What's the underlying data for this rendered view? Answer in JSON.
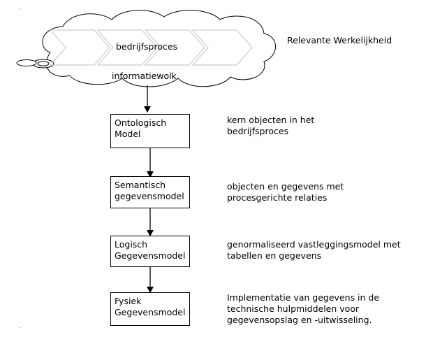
{
  "cloud": {
    "process_label": "bedrijfsproces",
    "cloud_label": "informatiewolk"
  },
  "reality_label": "Relevante Werkelijkheid",
  "steps": [
    {
      "title_line1": "Ontologisch",
      "title_line2": "Model",
      "desc_line1": "kern objecten in het",
      "desc_line2": "bedrijfsproces"
    },
    {
      "title_line1": "Semantisch",
      "title_line2": "gegevensmodel",
      "desc_line1": "objecten en gegevens met",
      "desc_line2": "procesgerichte relaties"
    },
    {
      "title_line1": "Logisch",
      "title_line2": "Gegevensmodel",
      "desc_line1": "genormaliseerd vastleggingsmodel met",
      "desc_line2": "tabellen en gegevens"
    },
    {
      "title_line1": "Fysiek",
      "title_line2": "Gegevensmodel",
      "desc_line1": "Implementatie van gegevens in de",
      "desc_line2": "technische hulpmiddelen voor",
      "desc_line3": "gegevensopslag en -uitwisseling."
    }
  ]
}
